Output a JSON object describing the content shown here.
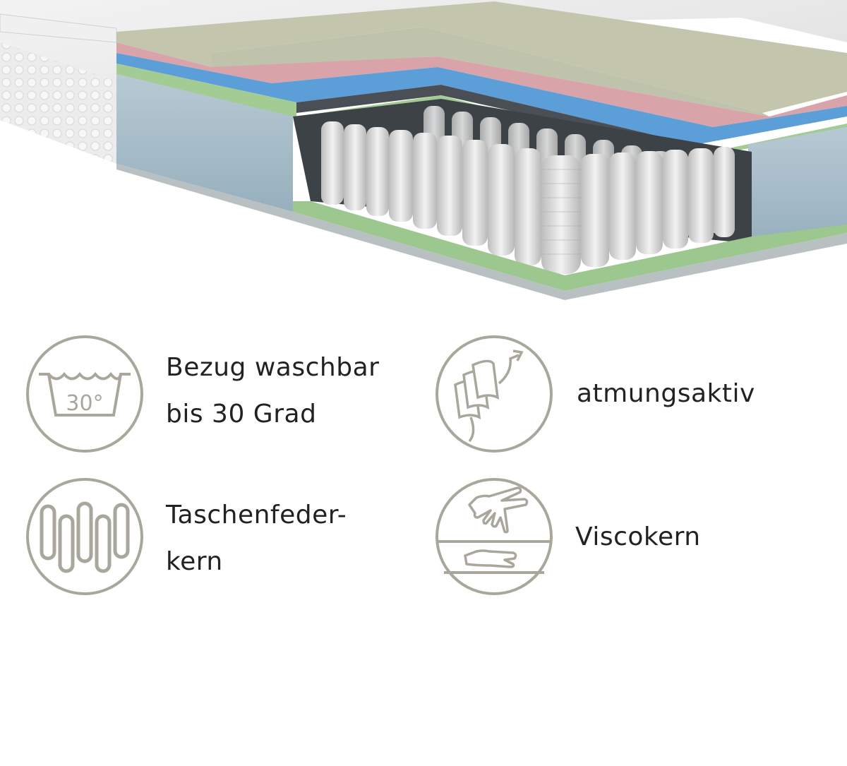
{
  "features": [
    {
      "icon": "wash-30-icon",
      "lines": [
        "Bezug waschbar",
        "bis 30 Grad"
      ],
      "icon_text": "30°"
    },
    {
      "icon": "breathable-layers-icon",
      "lines": [
        "atmungsaktiv"
      ]
    },
    {
      "icon": "pocket-spring-icon",
      "lines": [
        "Taschenfeder-",
        "kern"
      ]
    },
    {
      "icon": "visco-hand-icon",
      "lines": [
        "Viscokern"
      ]
    }
  ],
  "colors": {
    "icon_stroke": "#a9a69b",
    "text": "#222222",
    "top_layer": "#c5c8b4",
    "pink_layer": "#d8a3a8",
    "blue_layer": "#5b9fd8",
    "green_layer": "#9fc98f",
    "foam_side": "#a6bcc9",
    "springs": "#e6e6e6"
  }
}
